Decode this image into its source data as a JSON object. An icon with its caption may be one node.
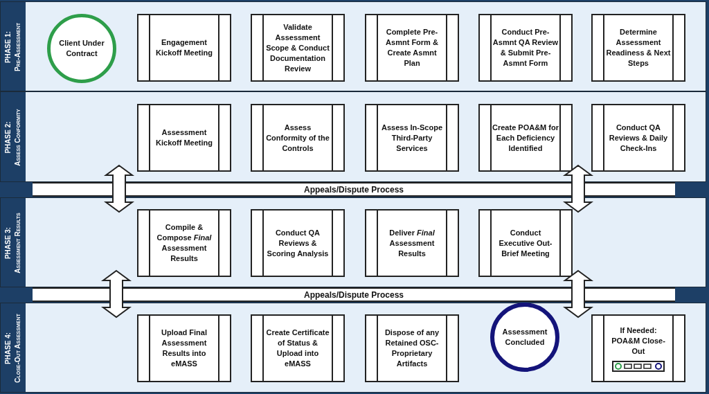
{
  "diagram": {
    "nodes": [
      {
        "text": [
          "PHASE 1:",
          "Pre-Assessment"
        ]
      },
      {
        "text": [
          "Client Under Contract"
        ],
        "in": 0
      },
      {
        "text": [
          "Engagement Kickoff Meeting"
        ],
        "in": 0
      },
      {
        "text": [
          "Validate Assessment Scope & Conduct Documentation Review"
        ],
        "in": 0
      },
      {
        "text": [
          "Complete Pre-Asmnt Form & Create Asmnt Plan"
        ],
        "in": 0
      },
      {
        "text": [
          "Conduct Pre-Asmnt QA Review & Submit Pre-Asmnt Form"
        ],
        "in": 0
      },
      {
        "text": [
          "Determine Assessment Readiness & Next Steps"
        ],
        "in": 0
      },
      {
        "text": [
          "PHASE 2:",
          "Assess Conformity"
        ]
      },
      {
        "text": [
          "Assessment Kickoff Meeting"
        ],
        "in": 7
      },
      {
        "text": [
          "Assess Conformity of the Controls"
        ],
        "in": 7
      },
      {
        "text": [
          "Assess In-Scope Third-Party Services"
        ],
        "in": 7
      },
      {
        "text": [
          "Create POA&M for Each Deficiency Identified"
        ],
        "in": 7
      },
      {
        "text": [
          "Conduct QA Reviews & Daily Check-Ins"
        ],
        "in": 7
      },
      {
        "text": [
          "Appeals/Dispute Process"
        ]
      },
      {
        "text": [
          "PHASE 3:",
          "Assessment Results"
        ]
      },
      {
        "text": [
          "Compile & Compose *Final* Assessment Results"
        ],
        "in": 14
      },
      {
        "text": [
          "Conduct QA Reviews & Scoring Analysis"
        ],
        "in": 14
      },
      {
        "text": [
          "Deliver *Final* Assessment Results"
        ],
        "in": 14
      },
      {
        "text": [
          "Conduct Executive Out-Brief Meeting"
        ],
        "in": 14
      },
      {
        "text": [
          "Appeals/Dispute Process"
        ]
      },
      {
        "text": [
          "PHASE 4:",
          "Close-Out Assessment"
        ]
      },
      {
        "text": [
          "Upload Final Assessment Results into eMASS"
        ],
        "in": 20
      },
      {
        "text": [
          "Create Certificate of Status & Upload into eMASS"
        ],
        "in": 20
      },
      {
        "text": [
          "Dispose of any Retained OSC-Proprietary Artifacts"
        ],
        "in": 20
      },
      {
        "text": [
          "Assessment Concluded"
        ],
        "in": 20
      },
      {
        "text": [
          "If Needed: POA&M Close-Out"
        ],
        "in": 20
      }
    ],
    "edges": [
      {
        "from": 7,
        "to": 14,
        "arrow": "both"
      },
      {
        "from": 7,
        "to": 14,
        "arrow": "both"
      },
      {
        "from": 14,
        "to": 20,
        "arrow": "both"
      },
      {
        "from": 14,
        "to": 20,
        "arrow": "both"
      }
    ]
  }
}
